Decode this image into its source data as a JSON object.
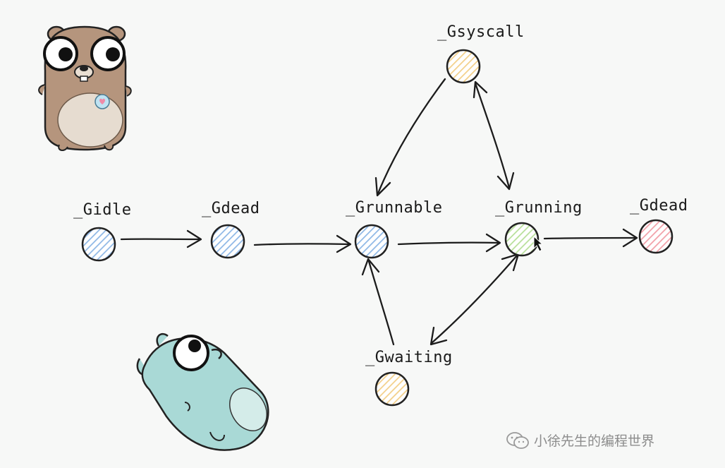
{
  "diagram": {
    "states": {
      "idle": {
        "label": "_Gidle",
        "color": "#8fb8e6"
      },
      "dead_initial": {
        "label": "_Gdead",
        "color": "#8fb8e6"
      },
      "runnable": {
        "label": "_Grunnable",
        "color": "#8fb8e6"
      },
      "running": {
        "label": "_Grunning",
        "color": "#b8e09a"
      },
      "dead_final": {
        "label": "_Gdead",
        "color": "#f2a0a8"
      },
      "syscall": {
        "label": "_Gsyscall",
        "color": "#f3d08a"
      },
      "waiting": {
        "label": "_Gwaiting",
        "color": "#f3d08a"
      }
    },
    "transitions": [
      {
        "from": "_Gidle",
        "to": "_Gdead"
      },
      {
        "from": "_Gdead",
        "to": "_Grunnable"
      },
      {
        "from": "_Grunnable",
        "to": "_Grunning"
      },
      {
        "from": "_Grunning",
        "to": "_Gdead"
      },
      {
        "from": "_Gsyscall",
        "to": "_Grunnable"
      },
      {
        "from": "_Gsyscall",
        "to": "_Grunning",
        "bidirectional": true
      },
      {
        "from": "_Gwaiting",
        "to": "_Grunnable"
      },
      {
        "from": "_Grunning",
        "to": "_Gwaiting",
        "bidirectional": true
      }
    ]
  },
  "illustrations": {
    "gopher_top": {
      "icon": "gopher-mascot-brown",
      "color": "#b5957d"
    },
    "gopher_bottom": {
      "icon": "gopher-mascot-teal",
      "color": "#a9d9d6"
    }
  },
  "watermark": {
    "icon": "wechat-icon",
    "text": "小徐先生的编程世界"
  }
}
